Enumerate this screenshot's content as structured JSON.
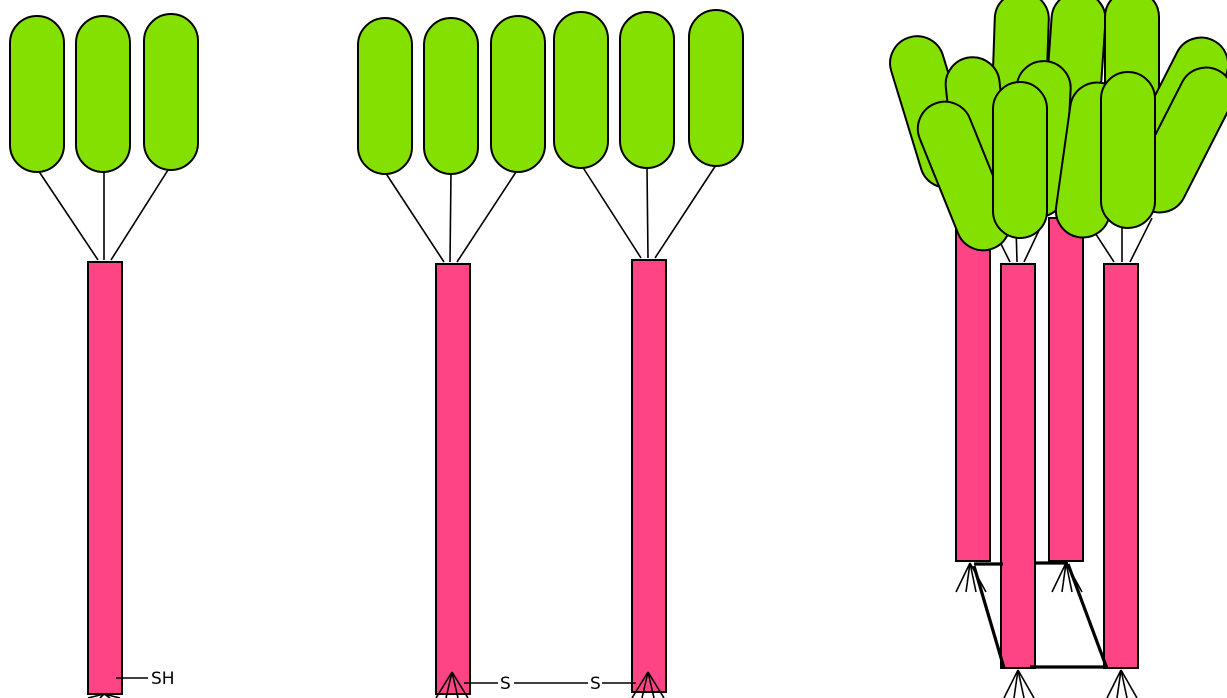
{
  "colors": {
    "shaft": "#ff4486",
    "head": "#83e000",
    "outline": "#000000",
    "background": "#ffffff"
  },
  "panels": [
    {
      "id": "monomer",
      "labels": {
        "thiol": "SH"
      }
    },
    {
      "id": "dimer",
      "labels": {
        "left_sulfur": "S",
        "right_sulfur": "S"
      }
    },
    {
      "id": "tetramer",
      "labels": {}
    }
  ]
}
